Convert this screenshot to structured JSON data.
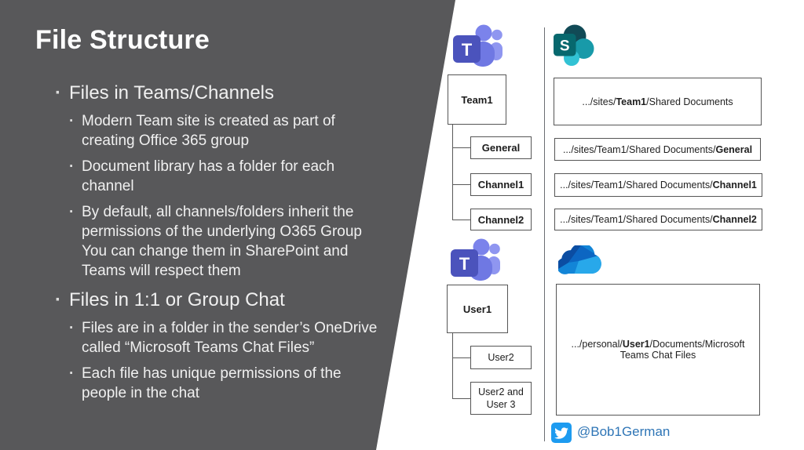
{
  "slide": {
    "title": "File Structure",
    "bullets": [
      {
        "level": 1,
        "text": "Files in Teams/Channels"
      },
      {
        "level": 2,
        "text": "Modern Team site is created as part of\ncreating Office 365 group"
      },
      {
        "level": 2,
        "text": "Document library has a folder for each\nchannel"
      },
      {
        "level": 2,
        "text": "By default, all channels/folders inherit the\npermissions of the underlying O365 Group\nYou can change them in SharePoint and\nTeams will respect them"
      },
      {
        "level": 1,
        "text": "Files in 1:1 or Group Chat"
      },
      {
        "level": 2,
        "text": "Files are in a folder in the sender’s OneDrive\ncalled “Microsoft Teams Chat Files”"
      },
      {
        "level": 2,
        "text": "Each file has unique permissions of the\npeople in the chat"
      }
    ]
  },
  "teams_tree": {
    "root": "Team1",
    "children": [
      "General",
      "Channel1",
      "Channel2"
    ]
  },
  "chat_tree": {
    "root": "User1",
    "children": [
      "User2",
      "User2 and User 3"
    ]
  },
  "sharepoint_paths": [
    {
      "prefix": ".../sites/",
      "bold": "Team1",
      "suffix": "/Shared Documents"
    },
    {
      "prefix": ".../sites/Team1/Shared Documents/",
      "bold": "General",
      "suffix": ""
    },
    {
      "prefix": ".../sites/Team1/Shared Documents/",
      "bold": "Channel1",
      "suffix": ""
    },
    {
      "prefix": ".../sites/Team1/Shared Documents/",
      "bold": "Channel2",
      "suffix": ""
    }
  ],
  "onedrive_path": {
    "prefix": ".../personal/",
    "bold": "User1",
    "suffix": "/Documents/Microsoft Teams Chat Files"
  },
  "icons": {
    "teams_letter": "T",
    "sharepoint_letter": "S",
    "teams_icon": "microsoft-teams-logo",
    "sharepoint_icon": "sharepoint-logo",
    "onedrive_icon": "onedrive-cloud-logo",
    "twitter_icon": "twitter-bird-logo"
  },
  "footer": {
    "twitter_handle": "@Bob1German"
  },
  "colors": {
    "panel_gray": "#58585a",
    "teams_purple": "#4b53bc",
    "sharepoint_teal": "#07686e",
    "onedrive_blue": "#1285d7",
    "twitter_blue": "#1d9bf0",
    "handle_blue": "#2e75b6"
  }
}
